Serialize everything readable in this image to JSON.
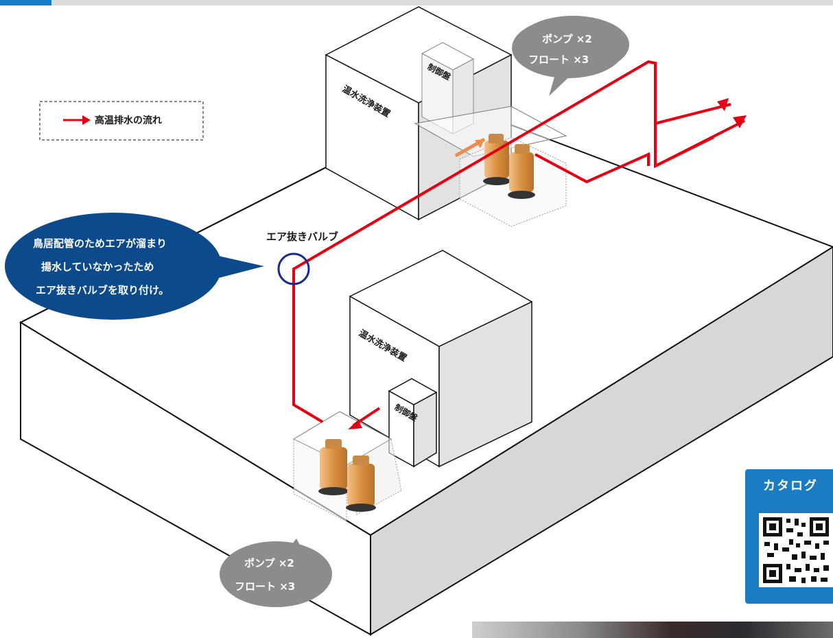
{
  "legend": {
    "label": "高温排水の流れ",
    "arrow_color": "#e60012"
  },
  "devices": {
    "upper_washer": "温水洗浄装置",
    "upper_control": "制御盤",
    "lower_washer": "温水洗浄装置",
    "lower_control": "制御盤"
  },
  "valve_label": "エア抜きバルブ",
  "callouts": {
    "upper": [
      "ポンプ ×2",
      "フロート ×3"
    ],
    "lower": [
      "ポンプ ×2",
      "フロート ×3"
    ],
    "note": [
      "鳥居配管のためエアが溜まり",
      "揚水していなかったため",
      "エア抜きバルブを取り付け。"
    ]
  },
  "catalog": {
    "title": "カタログ"
  },
  "colors": {
    "accent": "#1a7dc4",
    "pipe": "#e60012",
    "note_bubble": "#0c4a8c",
    "gray_bubble": "#8c8c8c",
    "pump": "#e0a060"
  }
}
